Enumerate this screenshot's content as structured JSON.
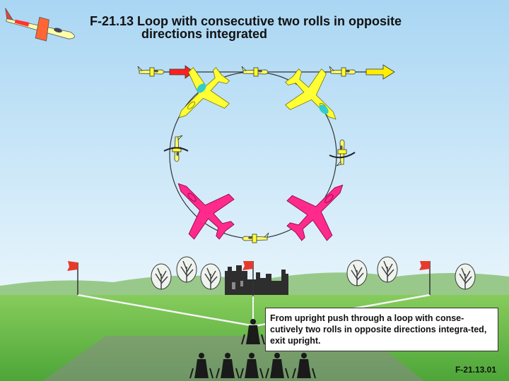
{
  "figure": {
    "title_line1": "F-21.13 Loop with consecutive two rolls in opposite",
    "title_line2": "directions integrated",
    "description": "From upright push through a loop with conse-cutively two rolls in opposite directions integra-ted, exit upright.",
    "code": "F-21.13.01"
  },
  "colors": {
    "sky": "#bfe0f5",
    "grass": "#6cbf4a",
    "upright_plane": "#ffff33",
    "inverted_plane": "#ff2a8c",
    "entry_arrow": "#ff2020",
    "exit_arrow": "#ffee00",
    "flag": "#e83a2a"
  },
  "icons": [
    "airplane-logo-icon",
    "airplane-icon",
    "direction-arrow-icon",
    "flag-icon",
    "tree-icon",
    "castle-icon",
    "pilot-icon",
    "spectator-icon"
  ]
}
